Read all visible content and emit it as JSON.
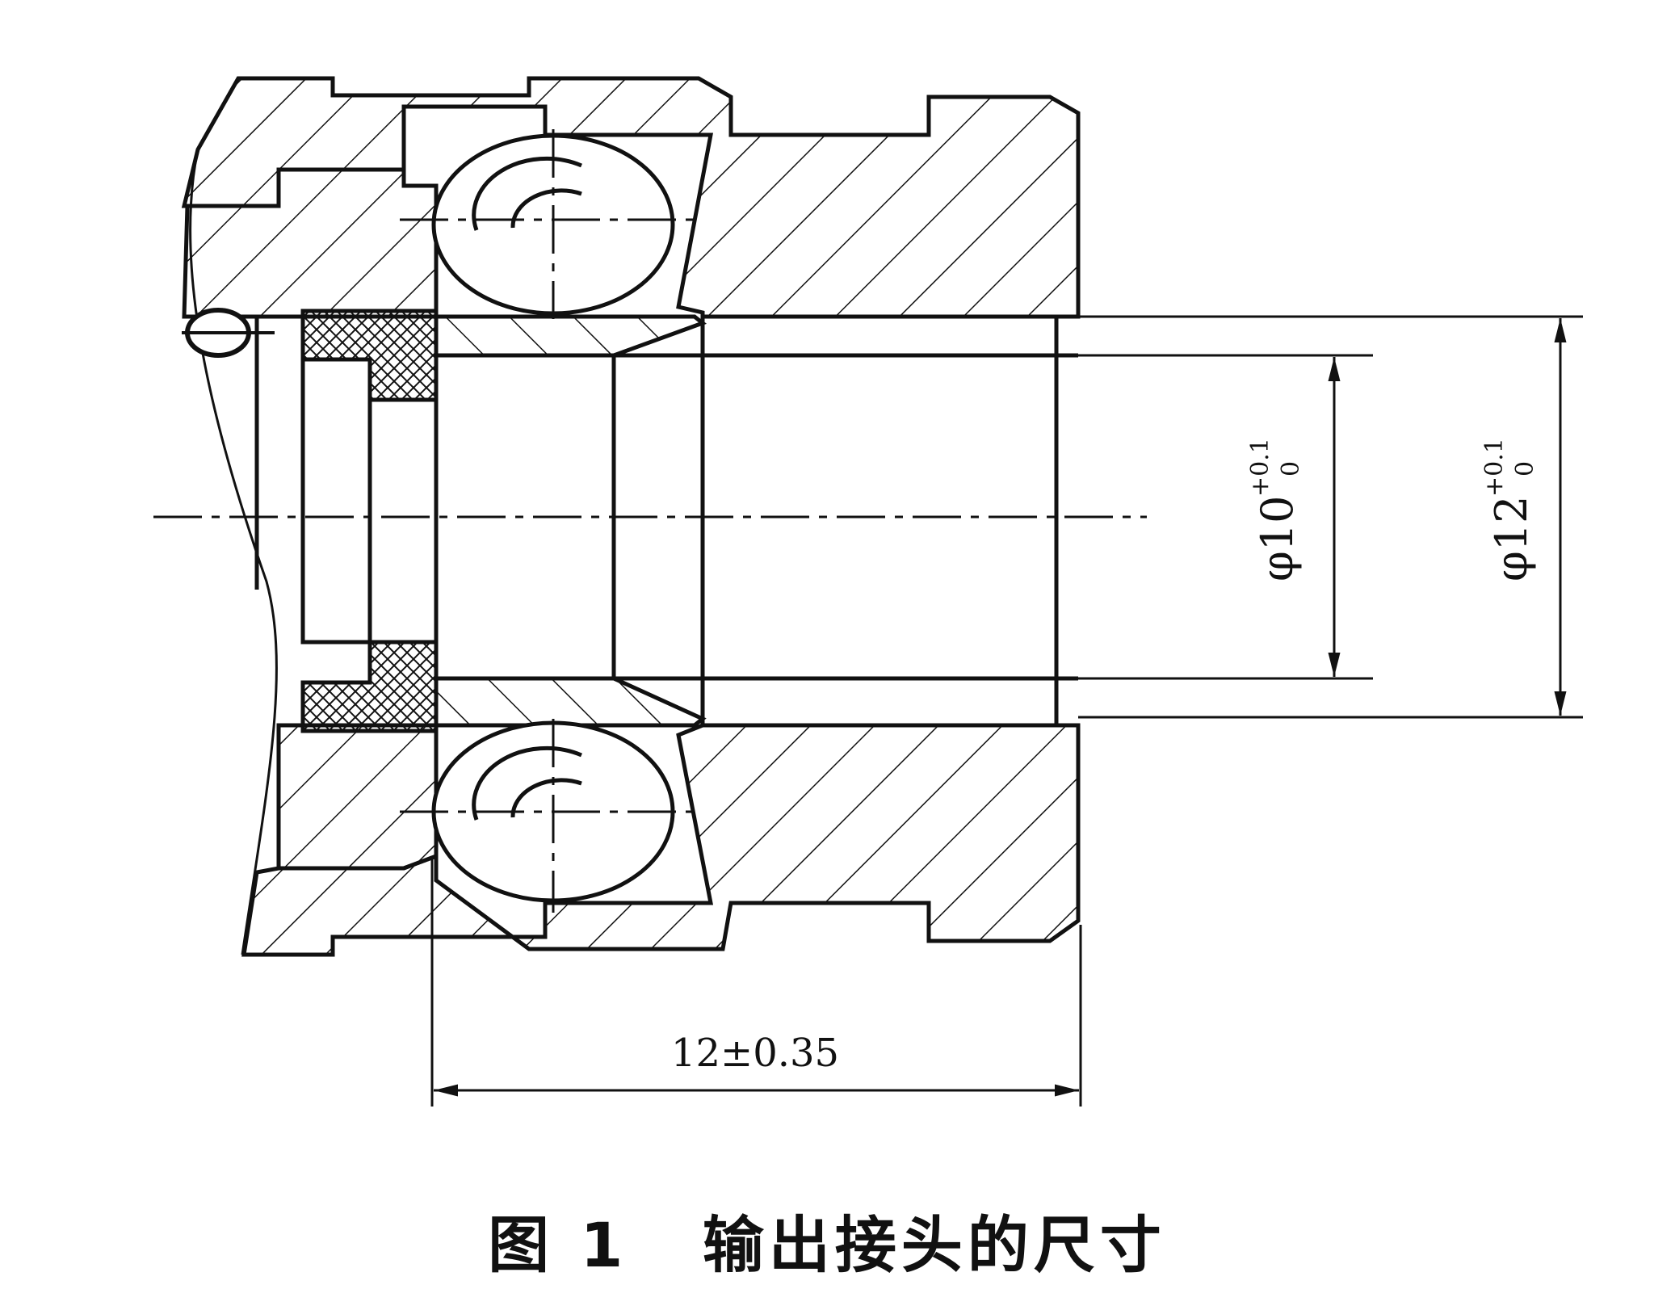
{
  "figure": {
    "caption_number": "图 1",
    "caption_title": "输出接头的尺寸"
  },
  "dimensions": {
    "length_label": "12±0.35",
    "inner_dia": {
      "prefix": "φ10",
      "upper": "+0.1",
      "lower": "0"
    },
    "outer_dia": {
      "prefix": "φ12",
      "upper": "+0.1",
      "lower": "0"
    }
  },
  "colors": {
    "line": "#111111",
    "background": "#ffffff"
  }
}
